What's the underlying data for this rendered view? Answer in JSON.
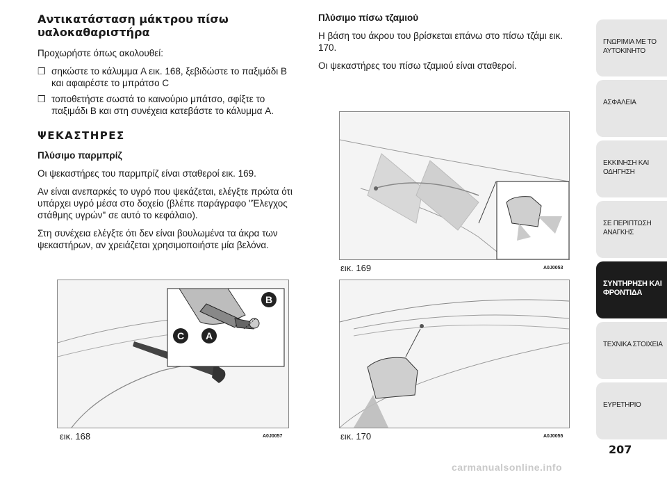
{
  "left": {
    "title": "Αντικατάσταση μάκτρου πίσω υαλοκαθαριστήρα",
    "intro": "Προχωρήστε όπως ακολουθεί:",
    "bullets": [
      "σηκώστε το κάλυμμα A εικ. 168, ξεβιδώστε το παξιμάδι B και αφαιρέστε το μπράτσο C",
      "τοποθετήστε σωστά το καινούριο μπάτσο, σφίξτε το παξιμάδι B και στη συνέχεια κατεβάστε το κάλυμμα A."
    ],
    "section": "ΨΕΚΑΣΤΗΡΕΣ",
    "sub": "Πλύσιμο παρμπρίζ",
    "p1": "Οι ψεκαστήρες του παρμπρίζ είναι σταθεροί εικ. 169.",
    "p2": "Αν είναι ανεπαρκές το υγρό που ψεκάζεται, ελέγξτε πρώτα ότι υπάρχει υγρό μέσα στο δοχείο (βλέπε παράγραφο \"Έλεγχος στάθμης υγρών\" σε αυτό το κεφάλαιο).",
    "p3": "Στη συνέχεια ελέγξτε ότι δεν είναι βουλωμένα τα άκρα των ψεκαστήρων, αν χρειάζεται χρησιμοποιήστε μία βελόνα."
  },
  "right": {
    "sub": "Πλύσιμο πίσω τζαμιού",
    "p1": "Η βάση του άκρου του βρίσκεται επάνω στο πίσω τζάμι εικ. 170.",
    "p2": "Οι ψεκαστήρες του πίσω τζαμιού είναι σταθεροί."
  },
  "figures": {
    "fig168": {
      "caption": "εικ. 168",
      "code": "A0J0057",
      "labels": [
        "B",
        "C",
        "A"
      ]
    },
    "fig169": {
      "caption": "εικ. 169",
      "code": "A0J0053"
    },
    "fig170": {
      "caption": "εικ. 170",
      "code": "A0J0055"
    }
  },
  "tabs": [
    "ΓΝΩΡΙΜΙΑ ΜΕ ΤΟ ΑΥΤΟΚΙΝΗΤΟ",
    "ΑΣΦΑΛΕΙΑ",
    "ΕΚΚΙΝΗΣΗ ΚΑΙ ΟΔΗΓΗΣΗ",
    "ΣΕ ΠΕΡΙΠΤΩΣΗ ΑΝΑΓΚΗΣ",
    "ΣΥΝΤΗΡΗΣΗ ΚΑΙ ΦΡΟΝΤΙΔΑ",
    "ΤΕΧΝΙΚΑ ΣΤΟΙΧΕΙΑ",
    "ΕΥΡΕΤΗΡΙΟ"
  ],
  "active_tab": "ΣΥΝΤΗΡΗΣΗ ΚΑΙ ΦΡΟΝΤΙΔΑ",
  "page_number": "207",
  "watermark": "carmanualsonline.info",
  "colors": {
    "active_tab": "#1c1c1c",
    "tab": "#e6e6e6",
    "figure_bg": "#f4f4f4"
  }
}
